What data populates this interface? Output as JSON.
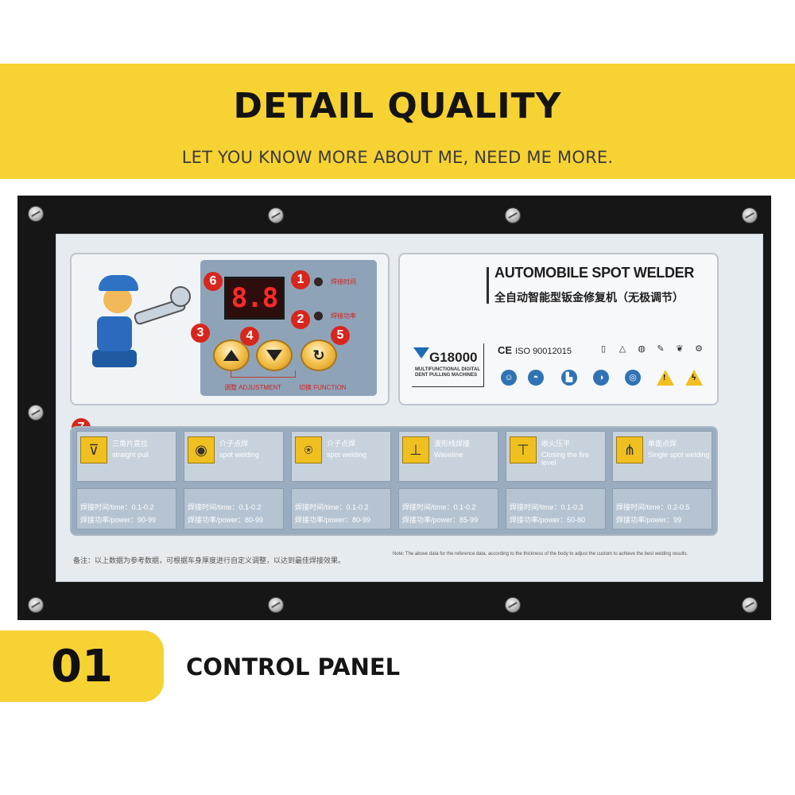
{
  "header": {
    "title": "DETAIL QUALITY",
    "subtitle": "LET YOU KNOW MORE ABOUT ME, NEED ME MORE."
  },
  "panel": {
    "display_value": "8.8",
    "led1_label": "焊接时间",
    "led2_label": "焊接功率",
    "foot_left": "调整 ADJUSTMENT",
    "foot_right": "切换 FUNCTION",
    "product_title_en": "AUTOMOBILE SPOT WELDER",
    "product_title_cn": "全自动智能型钣金修复机（无极调节）",
    "model": "G18000",
    "model_sub": "MULTIFUNCTIONAL DIGITAL DENT PULLING MACHINES",
    "ce": "CE",
    "iso": "ISO 90012015",
    "badges": [
      "6",
      "1",
      "2",
      "3",
      "4",
      "5",
      "7"
    ]
  },
  "modes": [
    {
      "cn": "三角片直拉",
      "en": "straight pull",
      "time": "焊接时间/time：0.1-0.2",
      "power": "焊接功率/power：90-99"
    },
    {
      "cn": "介子点焊",
      "en": "spot welding",
      "time": "焊接时间/time：0.1-0.2",
      "power": "焊接功率/power：80-99"
    },
    {
      "cn": "介子点焊",
      "en": "spot welding",
      "time": "焊接时间/time：0.1-0.2",
      "power": "焊接功率/power：80-99"
    },
    {
      "cn": "波形线焊接",
      "en": "Waveline",
      "time": "焊接时间/time：0.1-0.2",
      "power": "焊接功率/power：85-99"
    },
    {
      "cn": "收火压平",
      "en": "Closing the fire level",
      "time": "焊接时间/time：0.1-0.3",
      "power": "焊接功率/power：50-80"
    },
    {
      "cn": "单面点焊",
      "en": "Single spot welding",
      "time": "焊接时间/time：0.2-0.5",
      "power": "焊接功率/power：99"
    }
  ],
  "notes": {
    "cn": "备注：以上数据为参考数据，可根据车身厚度进行自定义调整，以达到最佳焊接效果。",
    "en": "Note: The above data for the reference data, according to the thickness of the body to adjust the custom to achieve the best welding results."
  },
  "footer": {
    "number": "01",
    "section": "CONTROL PANEL"
  },
  "colors": {
    "banner_yellow": "#f7d233",
    "badge_red": "#d7261d",
    "mode_blue": "#9aacbf"
  }
}
